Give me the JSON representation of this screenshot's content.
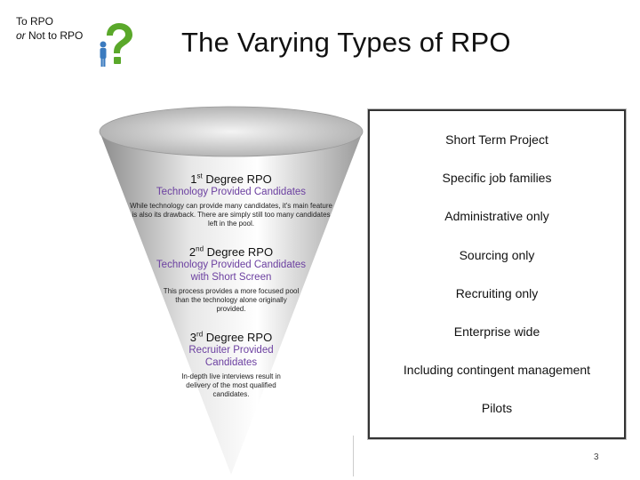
{
  "brand": {
    "line1": "To RPO",
    "line2_italic": "or",
    "line2_rest": " Not to RPO"
  },
  "icons": {
    "brand_icon": "question-mark-person-icon",
    "question_color": "#5aa82a",
    "person_color": "#3b7bbf"
  },
  "title": "The Varying Types of RPO",
  "funnel": {
    "tiers": [
      {
        "ordinal": "1",
        "suffix": "st",
        "heading": " Degree RPO",
        "subtitle": "Technology Provided Candidates",
        "description": "While technology can provide many candidates, it's main feature is also its drawback. There are simply still too many candidates left in the pool."
      },
      {
        "ordinal": "2",
        "suffix": "nd",
        "heading": " Degree RPO",
        "subtitle": "Technology Provided Candidates with Short Screen",
        "description": "This process provides a more focused pool than the technology alone originally provided."
      },
      {
        "ordinal": "3",
        "suffix": "rd",
        "heading": " Degree RPO",
        "subtitle": "Recruiter Provided Candidates",
        "description": "In-depth live interviews result in delivery of the most qualified candidates."
      }
    ],
    "subtitle_color": "#6b3fa0"
  },
  "types": [
    "Short Term Project",
    "Specific job families",
    "Administrative only",
    "Sourcing only",
    "Recruiting only",
    "Enterprise wide",
    "Including contingent management",
    "Pilots"
  ],
  "page_number": "3"
}
